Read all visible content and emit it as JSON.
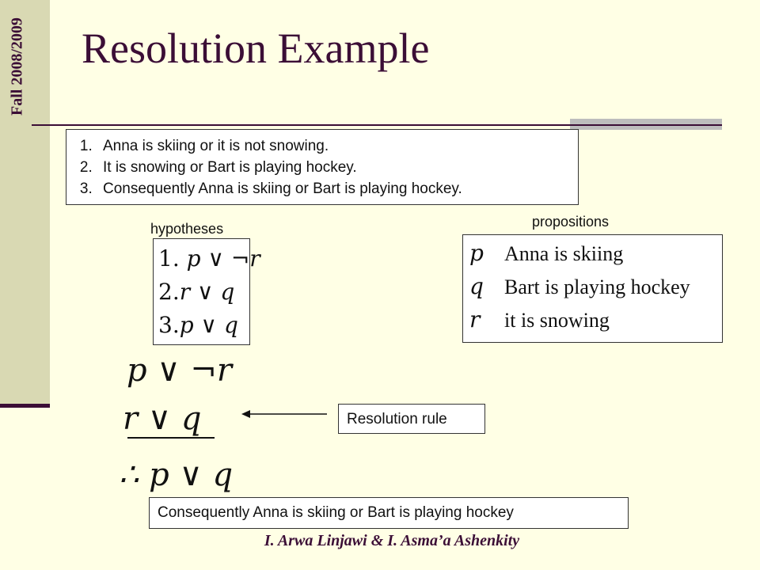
{
  "slide": {
    "side_label": "Fall 2008/2009",
    "title": "Resolution Example",
    "statements": [
      "Anna is skiing or it is not snowing.",
      "It is snowing or Bart is playing hockey.",
      "Consequently Anna is skiing or Bart is playing hockey."
    ],
    "hypotheses_label": "hypotheses",
    "propositions_label": "propositions",
    "hypotheses": [
      {
        "num": "1.",
        "expr": "p ∨ ¬r"
      },
      {
        "num": "2.",
        "expr": "r ∨ q"
      },
      {
        "num": "3.",
        "expr": "p ∨ q"
      }
    ],
    "propositions": [
      {
        "var": "p",
        "text": "Anna is skiing"
      },
      {
        "var": "q",
        "text": "Bart is playing hockey"
      },
      {
        "var": "r",
        "text": "it is snowing"
      }
    ],
    "rule_premise_1": "p ∨ ¬r",
    "rule_premise_2": "r ∨ q",
    "rule_conclusion": "∴ p ∨ q",
    "rule_label": "Resolution rule",
    "conclusion_text": "Consequently Anna is skiing or Bart is playing hockey",
    "footer": "I. Arwa Linjawi & I. Asma’a Ashenkity"
  },
  "colors": {
    "background": "#FFFFE5",
    "side_band": "#D9D9B3",
    "accent": "#3B0E36"
  }
}
